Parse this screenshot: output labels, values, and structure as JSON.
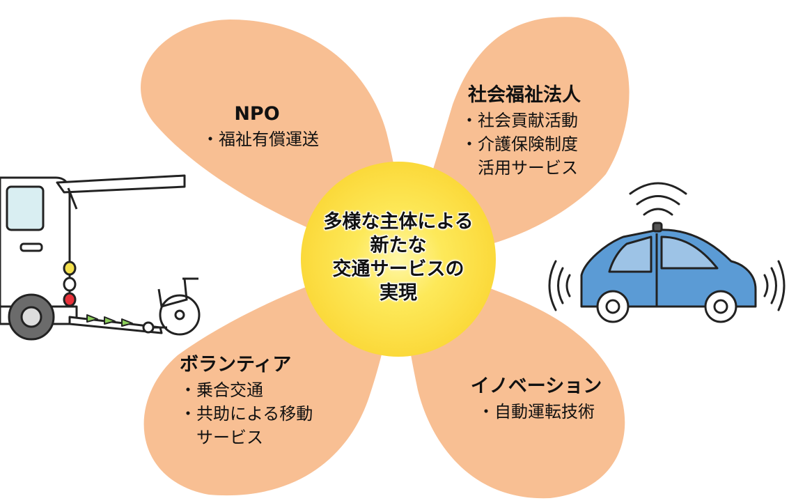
{
  "center": {
    "lines": [
      "多様な主体による",
      "新たな",
      "交通サービスの",
      "実現"
    ]
  },
  "petals": {
    "npo": {
      "title": "NPO",
      "items": [
        "・福祉有償運送"
      ]
    },
    "social_welfare": {
      "title": "社会福祉法人",
      "items": [
        "・社会貢献活動",
        "・介護保険制度",
        "活用サービス"
      ]
    },
    "volunteer": {
      "title": "ボランティア",
      "items": [
        "・乗合交通",
        "・共助による移動",
        "サービス"
      ]
    },
    "innovation": {
      "title": "イノベーション",
      "items": [
        "・自動運転技術"
      ]
    }
  },
  "colors": {
    "petal": "#f8bf93",
    "center": "#fce44c",
    "center_glow": "#fff7a0",
    "car": "#5b9bd5",
    "car_window": "#9dc3e6"
  },
  "icons": [
    "wheelchair-van-icon",
    "wheelchair-icon",
    "autonomous-car-icon",
    "signal-waves-icon"
  ]
}
